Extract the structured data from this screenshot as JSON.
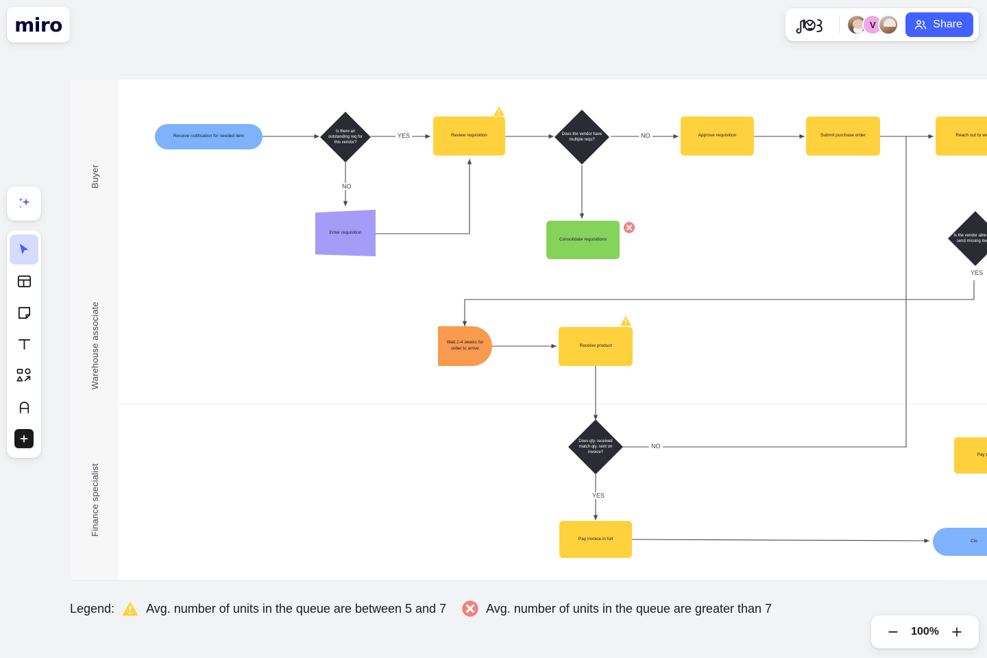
{
  "app": {
    "name": "miro",
    "logo_text": "miro"
  },
  "topbar": {
    "doodle_icon": "music-doodle-icon",
    "share_label": "Share",
    "share_icon": "people-icon",
    "share_color": "#4262ff",
    "avatars": [
      {
        "name": "avatar-user-1",
        "initial": ""
      },
      {
        "name": "avatar-user-2",
        "initial": "V",
        "color": "#f3a7e6"
      },
      {
        "name": "avatar-user-3",
        "initial": ""
      }
    ]
  },
  "toolbar": {
    "items": [
      {
        "name": "ai-sparkles-icon",
        "label": "AI"
      },
      {
        "name": "cursor-select-icon",
        "label": "Select",
        "active": true
      },
      {
        "name": "templates-icon",
        "label": "Templates"
      },
      {
        "name": "sticky-note-icon",
        "label": "Sticky note"
      },
      {
        "name": "text-icon",
        "label": "Text"
      },
      {
        "name": "shapes-icon",
        "label": "Shapes and connection lines"
      },
      {
        "name": "pen-icon",
        "label": "Pen"
      },
      {
        "name": "more-apps-icon",
        "label": "More apps"
      }
    ]
  },
  "board": {
    "lanes": [
      {
        "label": "Buyer"
      },
      {
        "label": "Warehouse associate"
      },
      {
        "label": "Finance specialist"
      }
    ],
    "nodes": [
      {
        "id": "n1",
        "label": "Receive notification for needed item",
        "shape": "terminator",
        "color": "#7eb3fb",
        "lane": "Buyer"
      },
      {
        "id": "n2",
        "label": "Is there an outstanding req for this vendor?",
        "shape": "decision",
        "color": "#2b2b33",
        "lane": "Buyer"
      },
      {
        "id": "n3",
        "label": "Review requisition",
        "shape": "process",
        "color": "#ffd13d",
        "lane": "Buyer",
        "badge": "warning"
      },
      {
        "id": "n4",
        "label": "Does the vendor have multiple reqs?",
        "shape": "decision",
        "color": "#2b2b33",
        "lane": "Buyer"
      },
      {
        "id": "n5",
        "label": "Approve requisition",
        "shape": "process",
        "color": "#ffd13d",
        "lane": "Buyer"
      },
      {
        "id": "n6",
        "label": "Submit purchase order",
        "shape": "process",
        "color": "#ffd13d",
        "lane": "Buyer"
      },
      {
        "id": "n7",
        "label": "Reach out to ven",
        "shape": "process",
        "color": "#ffd13d",
        "lane": "Buyer"
      },
      {
        "id": "n8",
        "label": "Enter requisition",
        "shape": "data",
        "color": "#a59cf8",
        "lane": "Buyer"
      },
      {
        "id": "n9",
        "label": "Consolidate requisitions",
        "shape": "process",
        "color": "#86d35b",
        "lane": "Buyer",
        "badge": "error"
      },
      {
        "id": "n10",
        "label": "Is the vendor able to re-send missing items?",
        "shape": "decision",
        "color": "#2b2b33",
        "lane": "Buyer"
      },
      {
        "id": "n11",
        "label": "Wait 2-4 weeks for order to arrive",
        "shape": "delay",
        "color": "#f89b4e",
        "lane": "Warehouse associate"
      },
      {
        "id": "n12",
        "label": "Receive product",
        "shape": "process",
        "color": "#ffd13d",
        "lane": "Warehouse associate",
        "badge": "warning"
      },
      {
        "id": "n13",
        "label": "Does qty. received match qty. sent on invoice?",
        "shape": "decision",
        "color": "#2b2b33",
        "lane": "Finance specialist"
      },
      {
        "id": "n14",
        "label": "Pay invoice in full",
        "shape": "process",
        "color": "#ffd13d",
        "lane": "Finance specialist"
      },
      {
        "id": "n15",
        "label": "Pay portio",
        "shape": "process",
        "color": "#ffd13d",
        "lane": "Finance specialist"
      },
      {
        "id": "n16",
        "label": "Clo",
        "shape": "terminator",
        "color": "#7eb3fb",
        "lane": "Finance specialist"
      }
    ],
    "edge_labels": [
      {
        "id": "e1",
        "text": "YES"
      },
      {
        "id": "e2",
        "text": "NO"
      },
      {
        "id": "e3",
        "text": "NO"
      },
      {
        "id": "e4",
        "text": "YES"
      },
      {
        "id": "e5",
        "text": "NO"
      },
      {
        "id": "e6",
        "text": "YES"
      }
    ]
  },
  "legend": {
    "title": "Legend:",
    "items": [
      {
        "symbol": "warning-triangle-icon",
        "text": "Avg. number of units in the queue are between 5 and 7",
        "color": "#ffd13d"
      },
      {
        "symbol": "error-circle-icon",
        "text": "Avg. number of units in the queue are greater than 7",
        "color": "#f4817f"
      }
    ]
  },
  "zoom_control": {
    "zoom_out_icon": "minus-icon",
    "value": "100%",
    "zoom_in_icon": "plus-icon"
  }
}
